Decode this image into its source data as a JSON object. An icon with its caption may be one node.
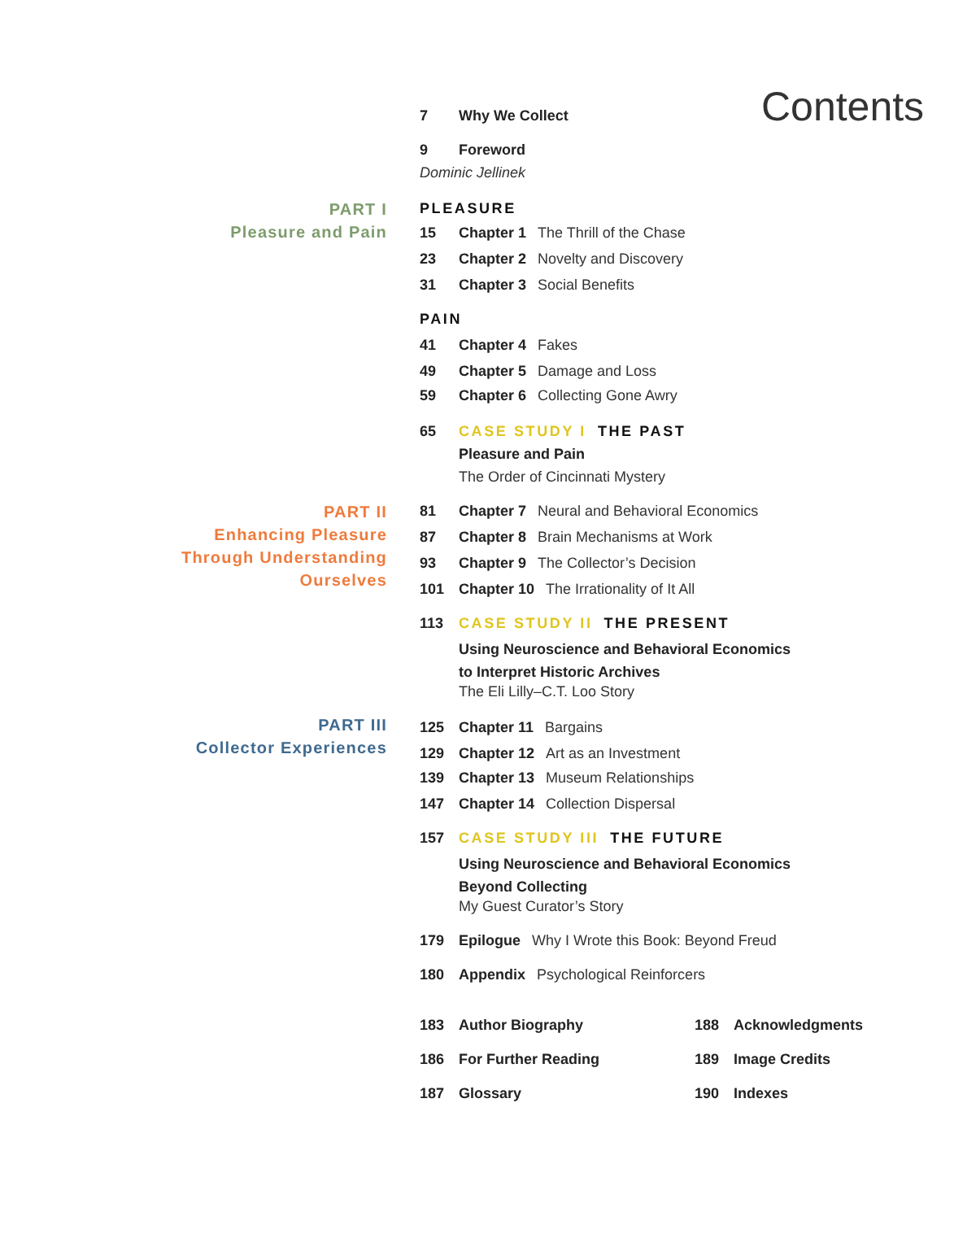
{
  "diagram": {
    "title": "Contents",
    "labels": [
      "7",
      "Why We Collect",
      "9",
      "Foreword",
      "Dominic Jellinek",
      "PART I",
      "Pleasure and Pain",
      "PLEASURE",
      "15",
      "Chapter 1",
      "The Thrill of the Chase",
      "23",
      "Chapter 2",
      "Novelty and Discovery",
      "31",
      "Chapter 3",
      "Social Benefits",
      "PAIN",
      "41",
      "Chapter 4",
      "Fakes",
      "49",
      "Chapter 5",
      "Damage and Loss",
      "59",
      "Chapter 6",
      "Collecting Gone Awry",
      "65",
      "CASE STUDY I",
      "THE PAST",
      "Pleasure and Pain",
      "The Order of Cincinnati Mystery",
      "PART II",
      "Enhancing Pleasure Through Understanding Ourselves",
      "81",
      "Chapter 7",
      "Neural and Behavioral Economics",
      "87",
      "Chapter 8",
      "Brain Mechanisms at Work",
      "93",
      "Chapter 9",
      "The Collector’s Decision",
      "101",
      "Chapter 10",
      "The Irrationality of It All",
      "113",
      "CASE STUDY II",
      "THE PRESENT",
      "Using Neuroscience and Behavioral Economics to Interpret Historic Archives",
      "The Eli Lilly–C.T. Loo Story",
      "PART III",
      "Collector Experiences",
      "125",
      "Chapter 11",
      "Bargains",
      "129",
      "Chapter 12",
      "Art as an Investment",
      "139",
      "Chapter 13",
      "Museum Relationships",
      "147",
      "Chapter 14",
      "Collection Dispersal",
      "157",
      "CASE STUDY III",
      "THE FUTURE",
      "Using Neuroscience and Behavioral Economics Beyond Collecting",
      "My Guest Curator’s Story",
      "179",
      "Epilogue",
      "Why I Wrote this Book: Beyond Freud",
      "180",
      "Appendix",
      "Psychological Reinforcers",
      "183",
      "Author Biography",
      "188",
      "Acknowledgments",
      "186",
      "For Further Reading",
      "189",
      "Image Credits",
      "187",
      "Glossary",
      "190",
      "Indexes"
    ]
  }
}
